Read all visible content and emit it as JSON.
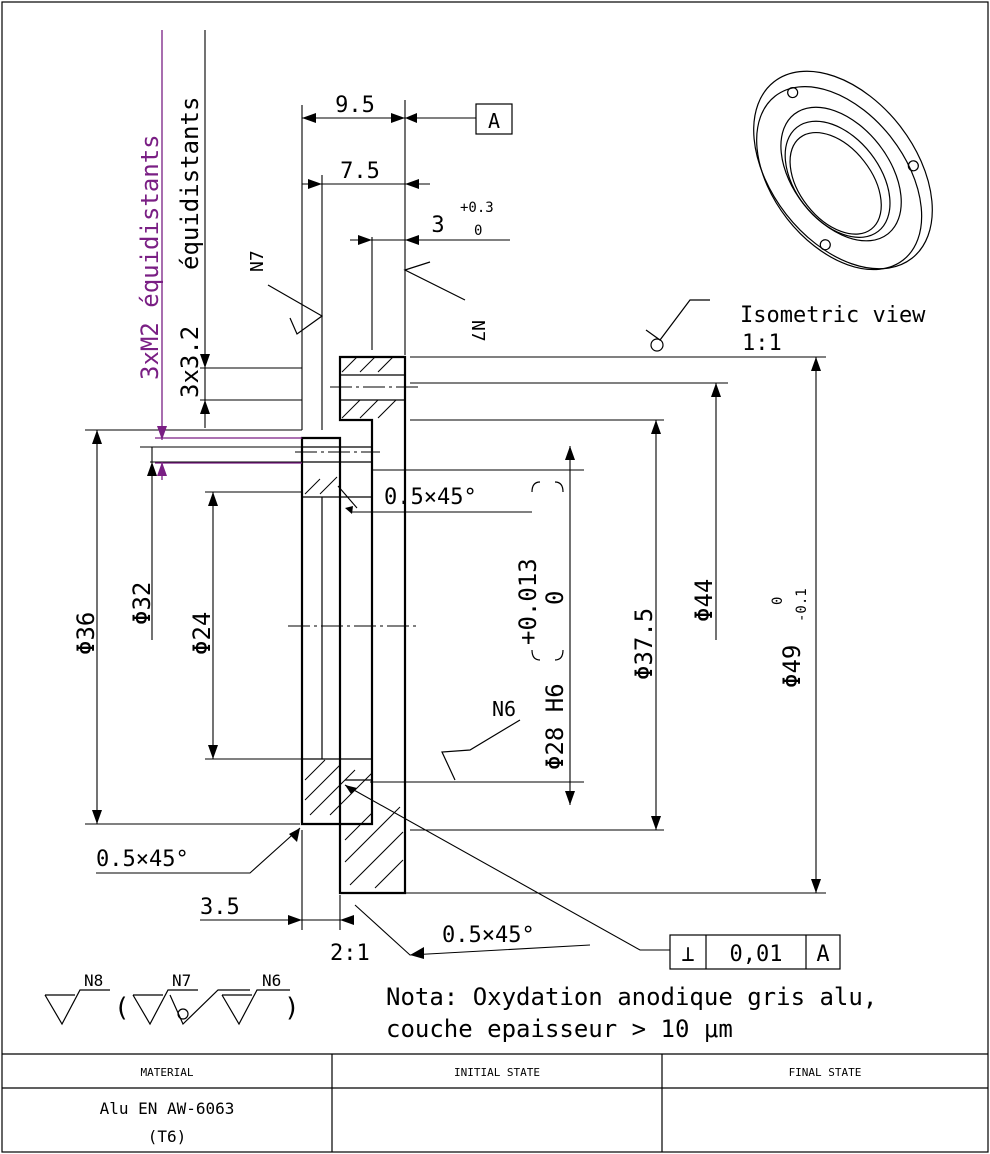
{
  "dimensions": {
    "d_9_5": "9.5",
    "d_7_5": "7.5",
    "d_3": "3",
    "d_3_tol_upper": "+0.3",
    "d_3_tol_lower": "0",
    "d_3x3_2": "3x3.2",
    "d_thread_note": "3xM2 équidistants",
    "d_equidistants": "équidistants",
    "d_phi36": "Φ36",
    "d_phi32": "Φ32",
    "d_phi24": "Φ24",
    "d_phi28": "Φ28 H6",
    "d_phi28_tol_upper": "+0.013",
    "d_phi28_tol_lower": "0",
    "d_phi37_5": "Φ37.5",
    "d_phi44": "Φ44",
    "d_phi49": "Φ49",
    "d_phi49_tol_upper": "0",
    "d_phi49_tol_lower": "-0.1",
    "d_chamfer_top": "0.5×45°",
    "d_chamfer_left": "0.5×45°",
    "d_chamfer_bottom": "0.5×45°",
    "d_3_5": "3.5",
    "d_scale_detail": "2:1"
  },
  "datum": {
    "label": "A"
  },
  "tolerance_frame": {
    "symbol": "⊥",
    "value": "0,01",
    "datum": "A"
  },
  "surface_finish": {
    "n7_upper_left": "N7",
    "n7_upper_right": "N7",
    "n6": "N6",
    "legend": [
      "N8",
      "N7",
      "N6"
    ],
    "legend_open": "(",
    "legend_close": ")"
  },
  "isometric": {
    "label": "Isometric view",
    "scale": "1:1"
  },
  "note": {
    "line1": "Nota: Oxydation anodique gris alu,",
    "line2": "couche epaisseur > 10 μm"
  },
  "title_block": {
    "headers": [
      "MATERIAL",
      "INITIAL STATE",
      "FINAL STATE"
    ],
    "material_line1": "Alu EN AW-6063",
    "material_line2": "(T6)",
    "initial_state": "",
    "final_state": ""
  },
  "colors": {
    "annotation_accent": "#7a1f84",
    "line": "#000000"
  }
}
